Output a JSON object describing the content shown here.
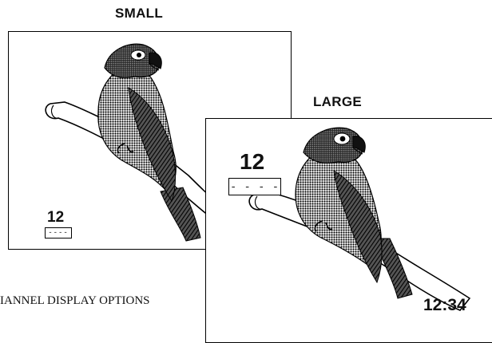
{
  "labels": {
    "small_heading": "SMALL",
    "large_heading": "LARGE",
    "caption": "IANNEL DISPLAY OPTIONS"
  },
  "small_display": {
    "channel_number": "12",
    "channel_name_box": "----"
  },
  "large_display": {
    "channel_number": "12",
    "channel_name_box": "- - - -",
    "clock": "12:34"
  },
  "icons": {
    "bird": "parrot-illustration",
    "perch": "branch-perch"
  }
}
